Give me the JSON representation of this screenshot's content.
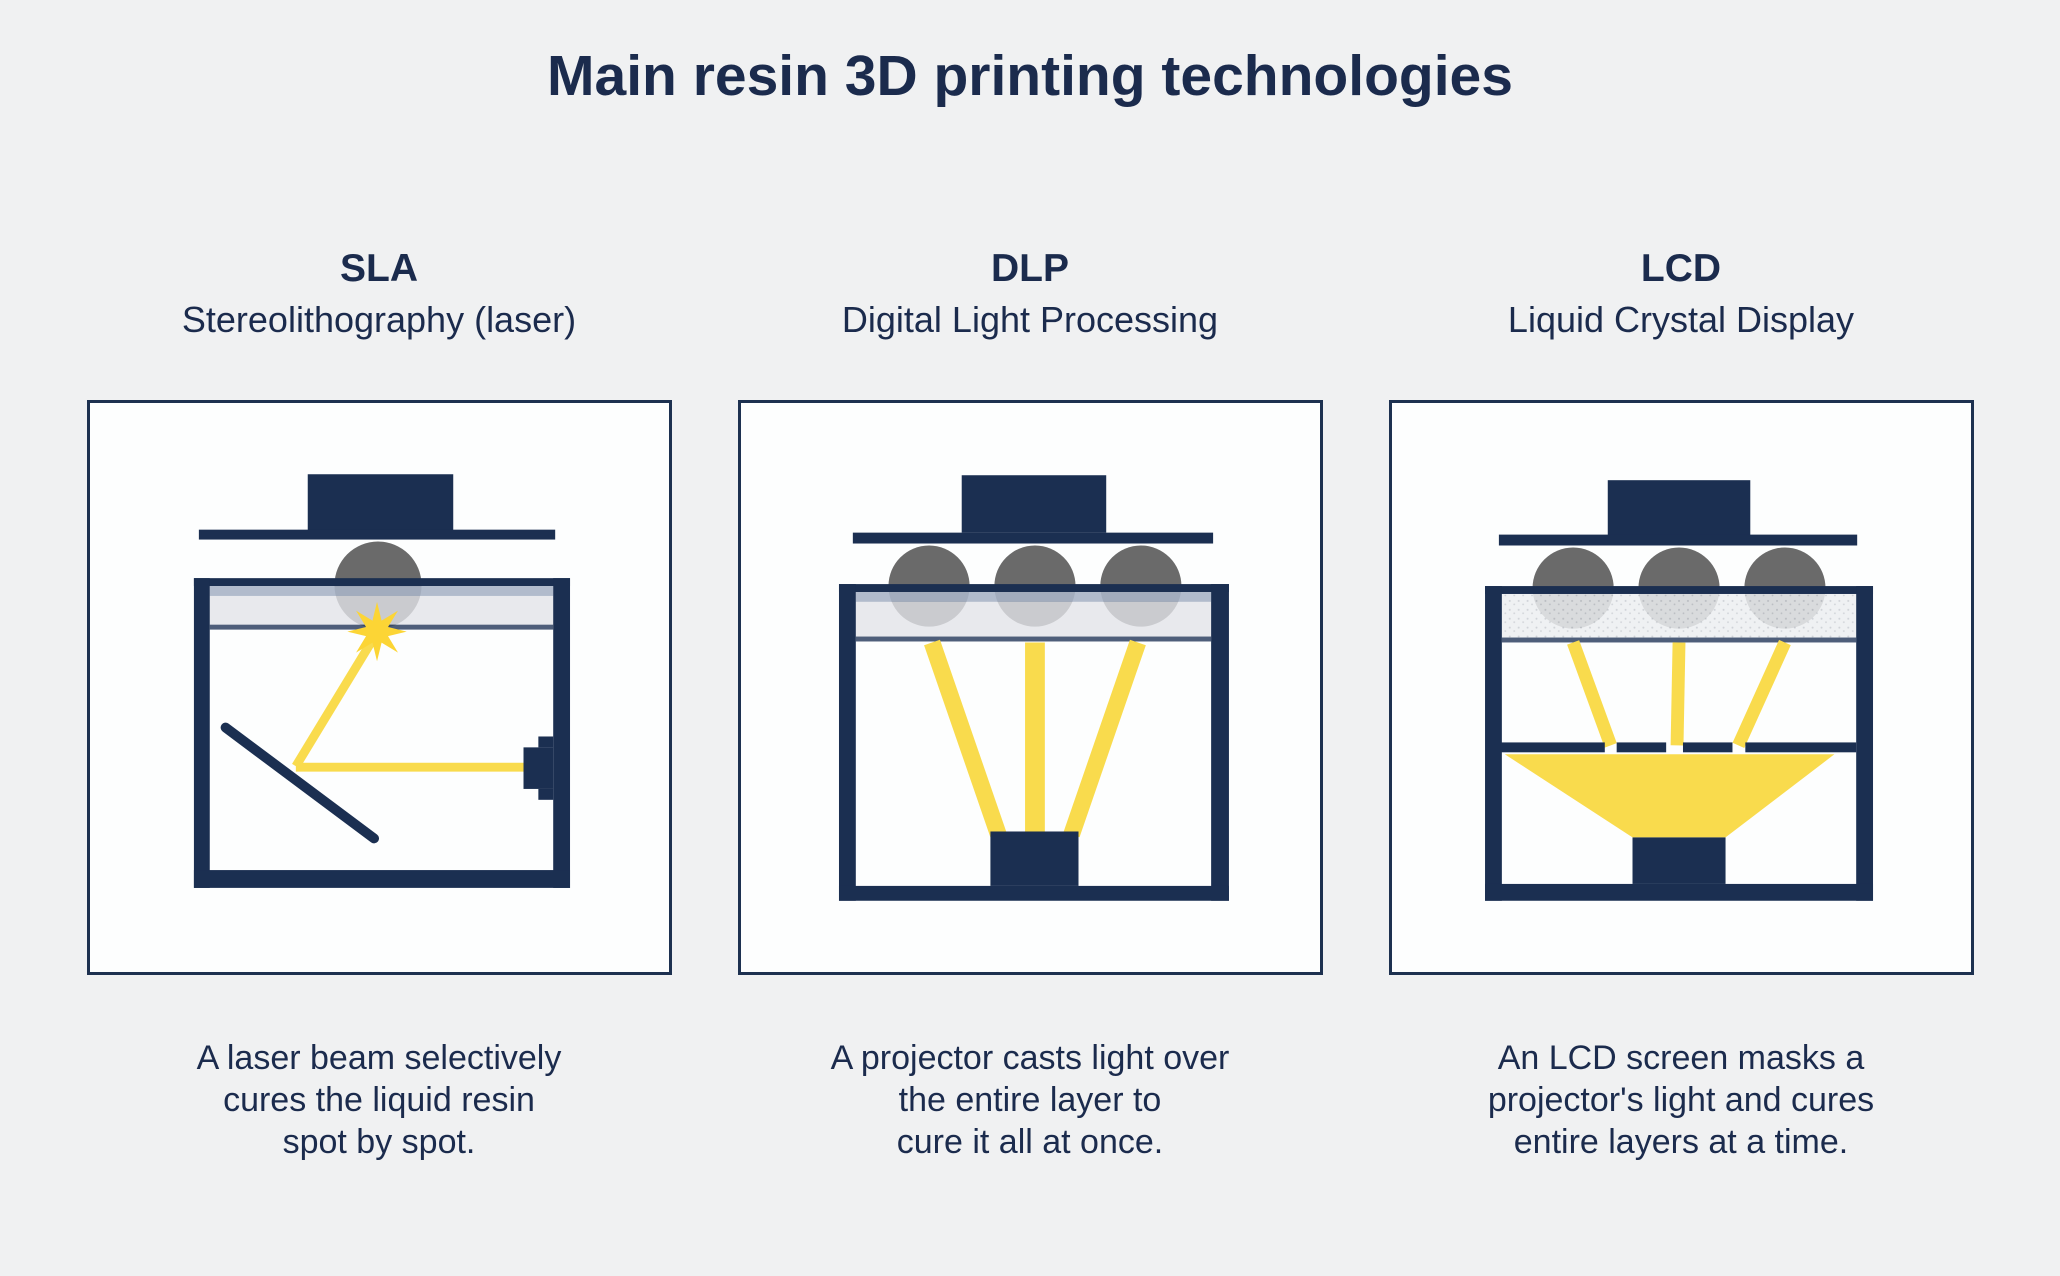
{
  "title": "Main resin 3D printing technologies",
  "colors": {
    "background": "#F0F1F2",
    "navy": "#1B2F51",
    "text": "#1B2B4D",
    "yellow": "#F9DB4D",
    "star": "#FCD535",
    "gray": "#6A6A6A",
    "panelbg": "#FDFEFE"
  },
  "panels": [
    {
      "acronym": "SLA",
      "subtitle": "Stereolithography (laser)",
      "description": "A laser beam selectively\ncures the liquid resin\nspot by spot."
    },
    {
      "acronym": "DLP",
      "subtitle": "Digital Light Processing",
      "description": "A projector casts light over\nthe entire layer to\ncure it all at once."
    },
    {
      "acronym": "LCD",
      "subtitle": "Liquid Crystal Display",
      "description": "An LCD screen masks a\nprojector's light and cures\nentire layers at a time."
    }
  ]
}
